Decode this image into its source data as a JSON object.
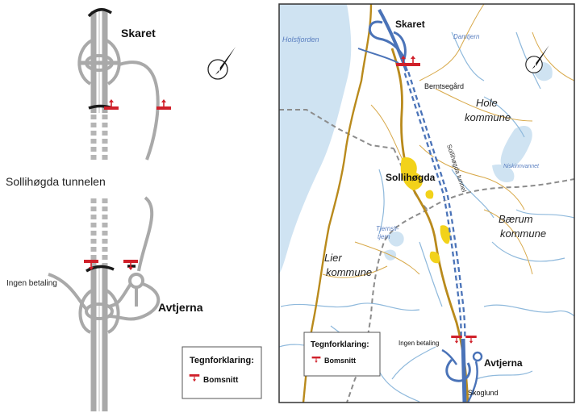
{
  "schematic": {
    "skaret": "Skaret",
    "tunnel": "Sollihøgda tunnelen",
    "avtjerna": "Avtjerna",
    "ingen_betaling": "Ingen betaling",
    "legend_title": "Tegnforklaring:",
    "legend_item": "Bomsnitt"
  },
  "map": {
    "skaret": "Skaret",
    "holsfjorden": "Holsfjorden",
    "damtjern": "Damtjern",
    "berntsegard": "Berntsegård",
    "hole_1": "Hole",
    "hole_2": "kommune",
    "sollihogda": "Sollihøgda",
    "tunnel_label": "Sollihøgda tunnel",
    "niskinnvannet": "Niskinnvannet",
    "baerum_1": "Bærum",
    "baerum_2": "kommune",
    "tjernsli_1": "Tjernsli-",
    "tjernsli_2": "tjern",
    "lier_1": "Lier",
    "lier_2": "kommune",
    "ingen_betaling": "Ingen betaling",
    "avtjerna": "Avtjerna",
    "skoglund": "Skoglund",
    "legend_title": "Tegnforklaring:",
    "legend_item": "Bomsnitt"
  },
  "colors": {
    "road_grey": "#a9a9a9",
    "toll_red": "#d0202a",
    "water_blue": "#cfe3f2",
    "river_blue": "#8fb9dc",
    "motorway_blue": "#4a73b8",
    "road_brown": "#b98a1c",
    "settlement_yellow": "#f2d21a",
    "border_grey": "#8c8c8c",
    "lake_label": "#5a7fc0"
  },
  "icons": [
    "compass-icon",
    "toll-point-icon"
  ]
}
